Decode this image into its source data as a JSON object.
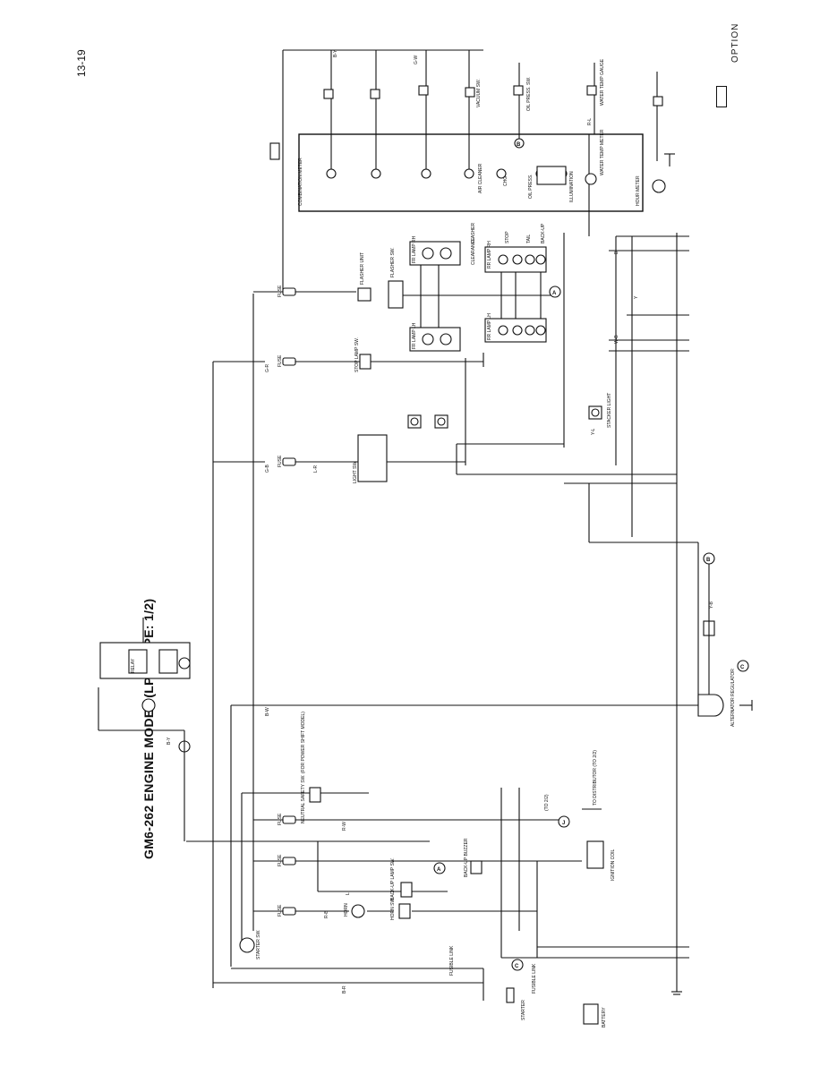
{
  "page": {
    "title": "GM6-262 ENGINE MODEL (LPG TYPE: 1/2)",
    "page_number": "13-19",
    "option_legend": "OPTION"
  },
  "components": {
    "combination_meter": "COMBINATION METER",
    "air_cleaner": "AIR CLEANER",
    "chg": "CHG",
    "oil_press": "OIL PRESS.",
    "illumination": "ILLUMINATION",
    "water_temp_meter": "WATER TEMP METER",
    "hour_meter": "HOUR METER",
    "vacuum_sw": "VACUUM SW.",
    "oil_press_sw": "OIL PRESS. SW.",
    "water_temp_gauge": "WATER TEMP GAUGE",
    "flasher_unit": "FLASHER UNIT",
    "flasher_sw": "FLASHER SW.",
    "fr_lamp_rh": "FR LAMP RH",
    "fr_lamp_lh": "FR LAMP LH",
    "rr_lamp_rh": "RR LAMP RH",
    "rr_lamp_lh": "RR LAMP LH",
    "flasher": "FLASHER",
    "clearance": "CLEARANCE",
    "stop": "STOP",
    "tail": "TAIL",
    "back_up": "BACK-UP",
    "stop_lamp_sw": "STOP LAMP SW.",
    "light_sw": "LIGHT SW.",
    "stacker_light": "STACKER LIGHT",
    "fuse": "FUSE",
    "starter_sw": "STARTER SW.",
    "starter": "STARTER",
    "battery": "BATTERY",
    "fusible_link": "FUSIBLE LINK",
    "horn": "HORN",
    "horn_sw": "HORN SW.",
    "back_up_lamp_sw": "BACK-UP LAMP SW.",
    "back_up_buzzer": "BACK-UP BUZZER",
    "neutral_safety_sw": "NEUTRAL SAFETY SW. (FOR POWER SHIFT MODEL)",
    "ignition_coil": "IGNITION COIL",
    "to_distributor": "TO DISTRIBUTOR (TO 2/2)",
    "to_2_2": "(TO 2/2)",
    "alternator_regulator": "ALTERNATOR REGULATOR",
    "relay": "RELAY"
  },
  "connectors": [
    "A",
    "B",
    "C",
    "J"
  ],
  "wire_codes": [
    "B-W",
    "B-R",
    "R-B",
    "Y-B",
    "Y-L",
    "B-Y",
    "R-W",
    "G-B",
    "L-R",
    "G-R",
    "R-L",
    "B",
    "Y",
    "L",
    "W-B",
    "B-Y",
    "G-W"
  ]
}
